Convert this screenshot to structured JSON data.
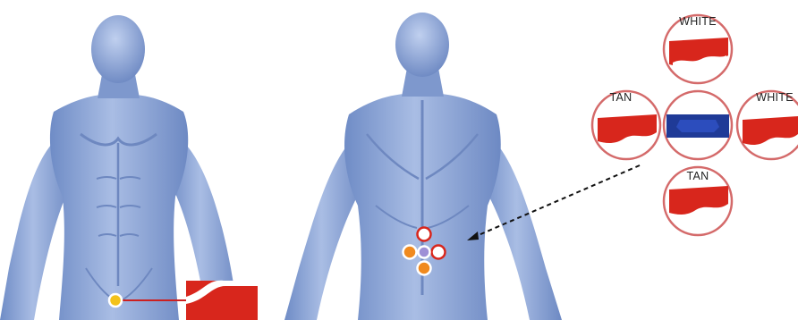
{
  "diagram": {
    "colors": {
      "skin": "#8fa8d8",
      "skin_shadow": "#5f7bb5",
      "skin_light": "#b7c8ea",
      "electrode_red": "#d8261c",
      "electrode_white": "#ffffff",
      "center_electrode": "#1f3a97",
      "circle_border": "#d46a6a",
      "marker_yellow": "#f3c21b",
      "marker_orange": "#f08a1f",
      "connector_red": "#cc2020",
      "pointer_line": "#111111"
    },
    "views": {
      "front": {
        "icon": "front-body-figure-icon"
      },
      "back": {
        "icon": "back-body-figure-icon"
      }
    },
    "placement_detail": {
      "top_label": "WHITE",
      "left_label": "TAN",
      "right_label": "WHITE",
      "bottom_label": "TAN"
    }
  }
}
